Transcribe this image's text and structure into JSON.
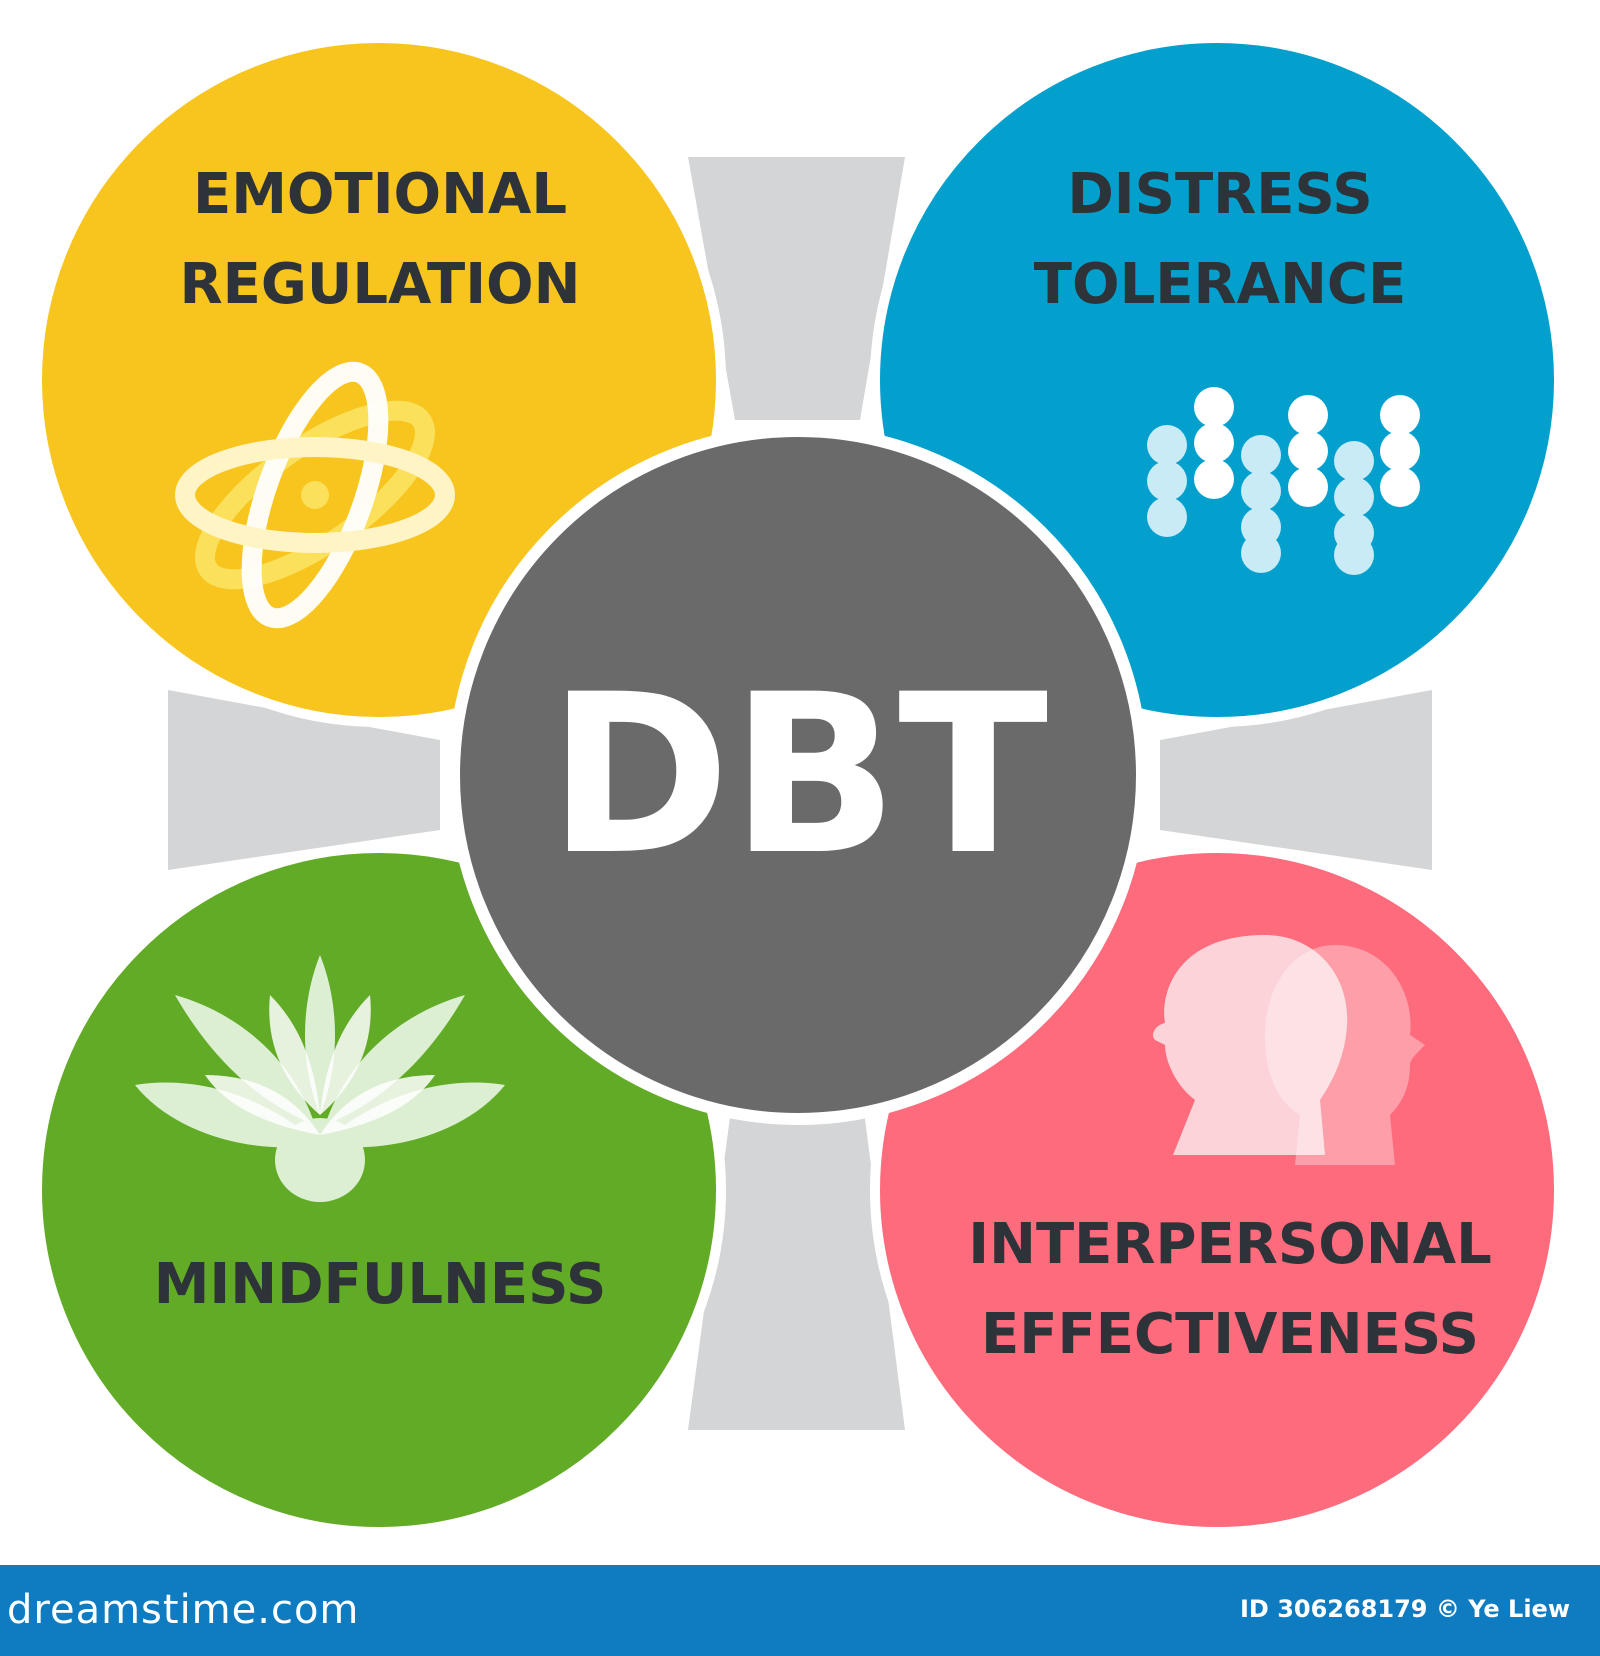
{
  "diagram": {
    "center": {
      "label": "DBT",
      "color": "#6b6a6b"
    },
    "quadrants": [
      {
        "id": "emotional",
        "lines": [
          "EMOTIONAL",
          "REGULATION"
        ],
        "color": "#f7c51d",
        "icon": "atom-icon"
      },
      {
        "id": "distress",
        "lines": [
          "DISTRESS",
          "TOLERANCE"
        ],
        "color": "#04a0cd",
        "icon": "dot-wave-icon"
      },
      {
        "id": "mindfulness",
        "lines": [
          "MINDFULNESS"
        ],
        "color": "#61ab26",
        "icon": "lotus-icon"
      },
      {
        "id": "interpersonal",
        "lines": [
          "INTERPERSONAL",
          "EFFECTIVENESS"
        ],
        "color": "#fd6b7c",
        "icon": "two-heads-icon"
      }
    ],
    "cross_color": "#d4d5d6"
  },
  "footer": {
    "brand": "dreamstime.com",
    "credit": "ID 306268179 © Ye Liew",
    "color": "#0f7cc1"
  }
}
